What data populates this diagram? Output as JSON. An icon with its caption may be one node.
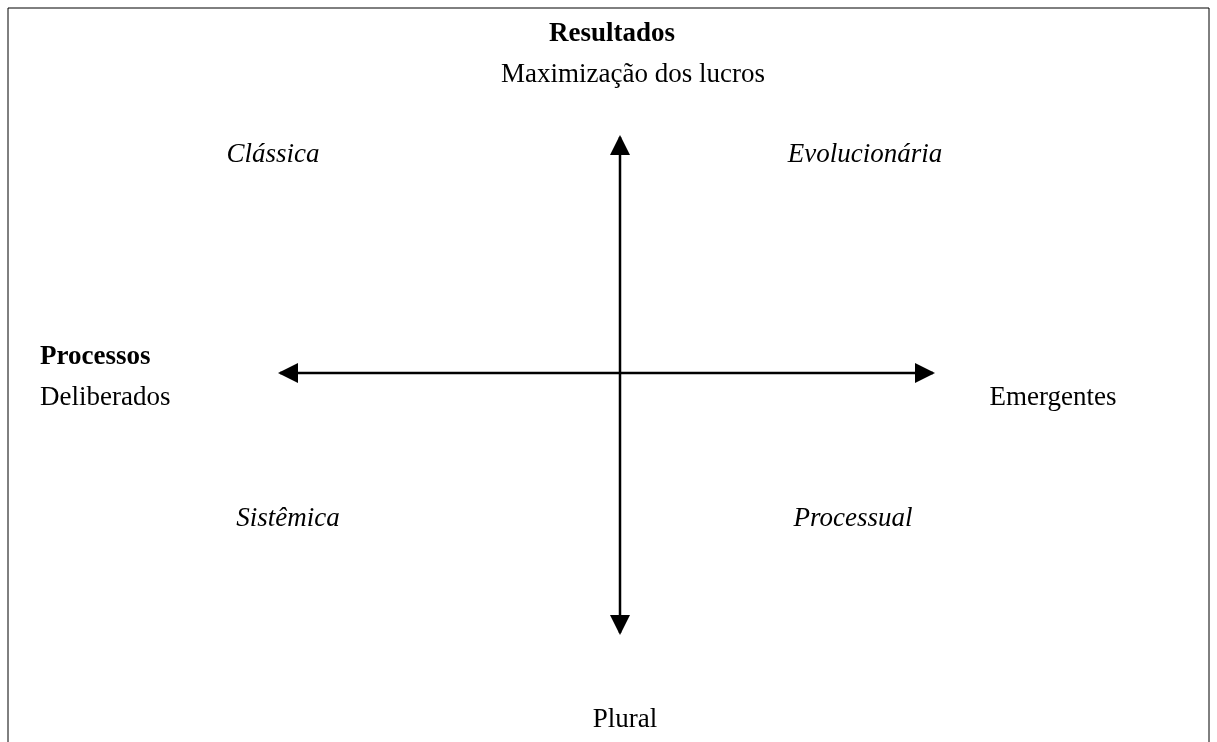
{
  "diagram": {
    "labels": [
      "Resultados",
      "Maximização dos lucros",
      "Clássica",
      "Evolucionária",
      "Processos",
      "Deliberados",
      "Emergentes",
      "Sistêmica",
      "Processual",
      "Plural"
    ]
  }
}
